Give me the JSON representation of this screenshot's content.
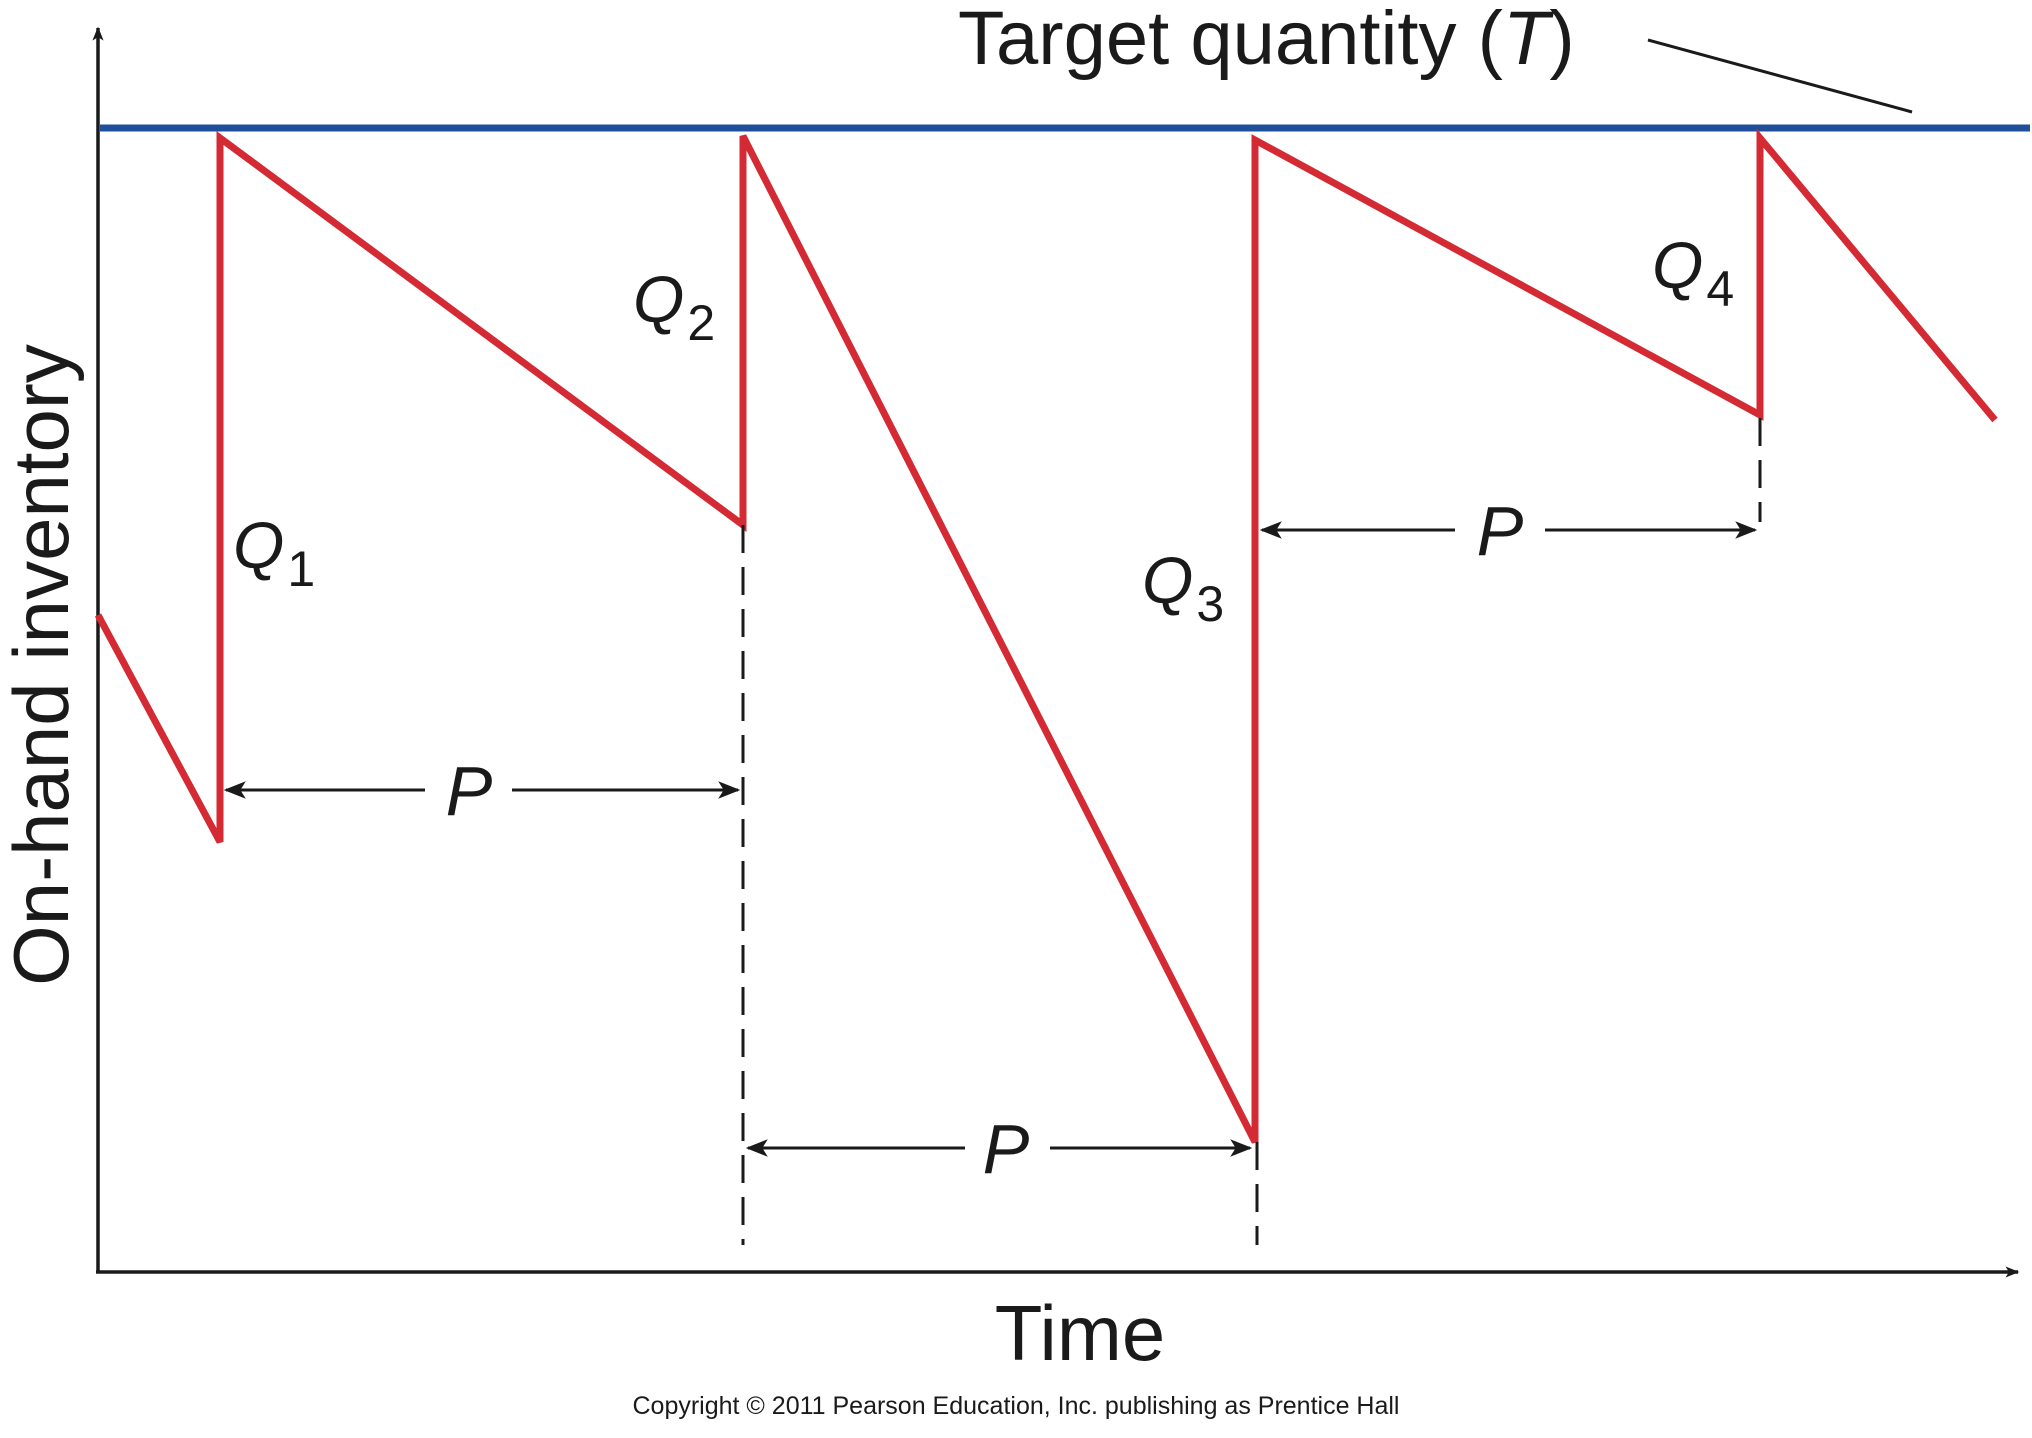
{
  "diagram": {
    "y_axis_label": "On-hand inventory",
    "x_axis_label": "Time",
    "target_label_text": "Target quantity (",
    "target_label_var": "T",
    "target_label_close": ")",
    "order_quantities": [
      {
        "letter": "Q",
        "sub": "1"
      },
      {
        "letter": "Q",
        "sub": "2"
      },
      {
        "letter": "Q",
        "sub": "3"
      },
      {
        "letter": "Q",
        "sub": "4"
      }
    ],
    "review_period_label": "P",
    "copyright": "Copyright © 2011 Pearson Education, Inc. publishing as Prentice Hall"
  },
  "colors": {
    "target_line": "#1f4e9a",
    "inventory_line": "#d42a34",
    "axis": "#1a1a1a"
  }
}
